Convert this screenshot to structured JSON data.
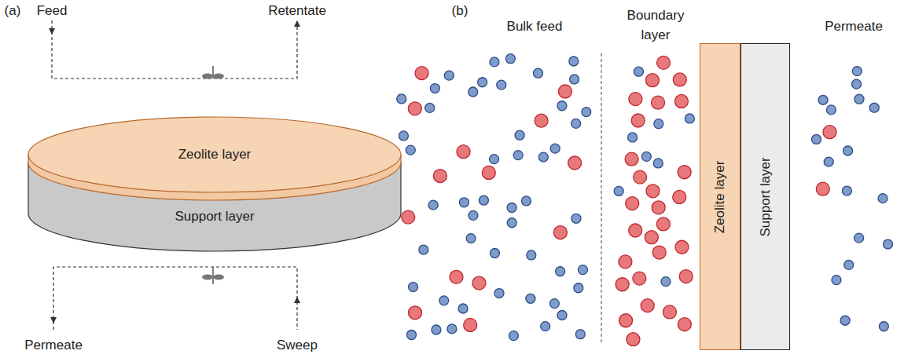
{
  "diagram": {
    "nodes": [
      {
        "text": [
          "Zeolite layer"
        ]
      },
      {
        "text": [
          "Support layer"
        ]
      },
      {
        "text": [
          "Zeolite layer"
        ]
      },
      {
        "text": [
          "Support layer"
        ]
      }
    ],
    "labels": [
      "(a)",
      "Feed",
      "Retentate",
      "(b)",
      "Bulk feed",
      "Boundary layer",
      "Permeate",
      "Permeate",
      "Sweep"
    ]
  }
}
